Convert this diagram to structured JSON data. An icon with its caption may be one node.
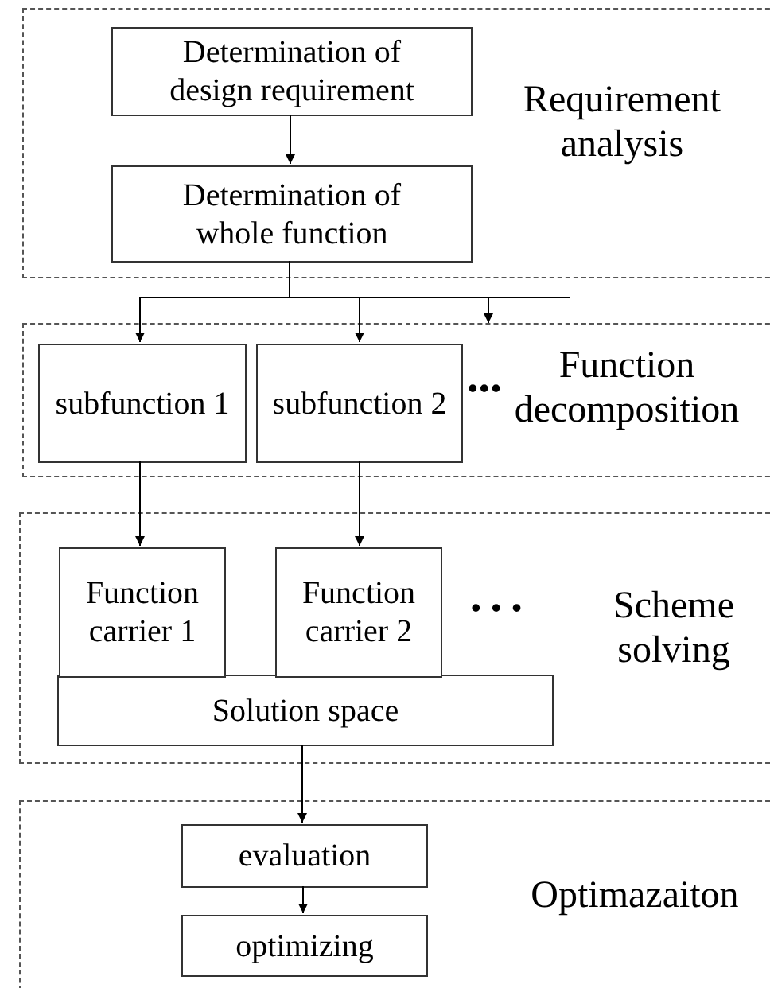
{
  "diagram": {
    "nodes": [
      {
        "text": [
          "Requirement analysis"
        ]
      },
      {
        "text": [
          "Determination of design requirement"
        ],
        "in": 0
      },
      {
        "text": [
          "Determination of whole function"
        ],
        "in": 0
      },
      {
        "text": [
          "Function decomposition"
        ]
      },
      {
        "text": [
          "subfunction 1"
        ],
        "in": 3
      },
      {
        "text": [
          "subfunction 2"
        ],
        "in": 3
      },
      {
        "text": [
          "Scheme solving"
        ]
      },
      {
        "text": [
          "Function carrier 1"
        ],
        "in": 6
      },
      {
        "text": [
          "Function carrier 2"
        ],
        "in": 6
      },
      {
        "text": [
          "Solution space"
        ],
        "in": 6
      },
      {
        "text": [
          "Optimazaiton"
        ]
      },
      {
        "text": [
          "evaluation"
        ],
        "in": 10
      },
      {
        "text": [
          "optimizing"
        ],
        "in": 10
      }
    ],
    "edges": [
      {
        "from": 1,
        "to": 2,
        "arrow": "to"
      },
      {
        "from": 2,
        "to": 4,
        "arrow": "to"
      },
      {
        "from": 2,
        "to": 5,
        "arrow": "to"
      },
      {
        "from": 2,
        "to": 3,
        "arrow": "to"
      },
      {
        "from": 4,
        "to": 7,
        "arrow": "to"
      },
      {
        "from": 5,
        "to": 8,
        "arrow": "to"
      },
      {
        "from": 9,
        "to": 11,
        "arrow": "to"
      },
      {
        "from": 11,
        "to": 12,
        "arrow": "to"
      }
    ],
    "labels": [
      "•••",
      "• • •"
    ]
  }
}
